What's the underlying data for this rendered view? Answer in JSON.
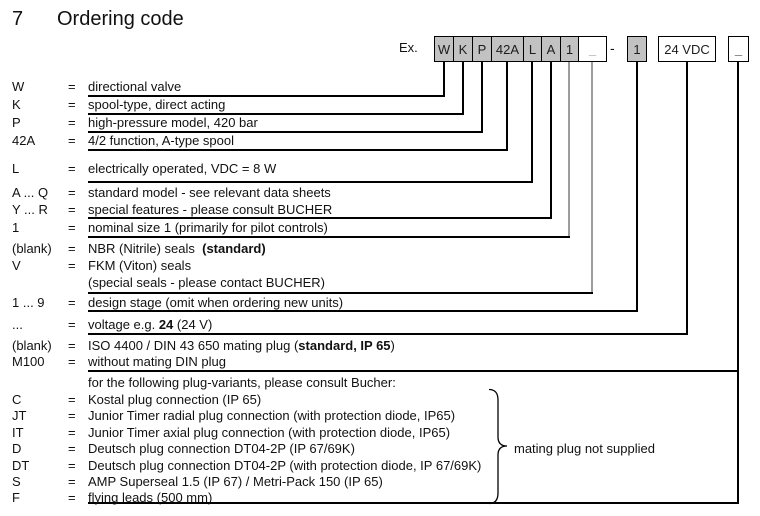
{
  "title": {
    "number": "7",
    "text": "Ordering code"
  },
  "example": {
    "label": "Ex.",
    "group_cells": [
      {
        "text": "W"
      },
      {
        "text": "K"
      },
      {
        "text": "P"
      },
      {
        "text": "42A"
      },
      {
        "text": "L"
      },
      {
        "text": "A"
      },
      {
        "text": "1"
      },
      {
        "text": "_"
      }
    ],
    "separator": "-",
    "boxes": [
      {
        "text": "1"
      },
      {
        "text": "24 VDC"
      },
      {
        "text": "_"
      }
    ]
  },
  "colors": {
    "box_gray": "#c2c2c2",
    "line_black": "#000000",
    "line_gray": "#9c9c9c",
    "muted_text": "#8f8f8f"
  },
  "rows": [
    {
      "code": "W",
      "eq": "=",
      "desc_pre": "directional valve"
    },
    {
      "code": "K",
      "eq": "=",
      "desc_pre": "spool-type, direct acting"
    },
    {
      "code": "P",
      "eq": "=",
      "desc_pre": "high-pressure model, 420 bar"
    },
    {
      "code": "42A",
      "eq": "=",
      "desc_pre": "4/2 function, A-type spool"
    },
    {
      "code": "L",
      "eq": "=",
      "desc_pre": "electrically operated, VDC = 8 W"
    },
    {
      "code": "A ... Q",
      "eq": "=",
      "desc_pre": "standard model - see relevant data sheets"
    },
    {
      "code": "Y ... R",
      "eq": "=",
      "desc_pre": "special features - please consult BUCHER"
    },
    {
      "code": "1",
      "eq": "=",
      "desc_pre": "nominal size 1 (primarily for pilot controls)"
    },
    {
      "code": "(blank)",
      "eq": "=",
      "desc_pre": "NBR (Nitrile) seals  ",
      "desc_bold": "(standard)"
    },
    {
      "code": "V",
      "eq": "=",
      "desc_pre": "FKM (Viton) seals"
    },
    {
      "code": "",
      "eq": "",
      "desc_pre": "(special seals - please contact BUCHER)"
    },
    {
      "code": "1 ... 9",
      "eq": "=",
      "desc_pre": "design stage (omit when ordering new units)"
    },
    {
      "code": "...",
      "eq": "=",
      "desc_pre": "voltage e.g. ",
      "desc_bold": "24",
      "desc_post": " (24 V)"
    },
    {
      "code": "(blank)",
      "eq": "=",
      "desc_pre": "ISO 4400 / DIN 43 650 mating plug (",
      "desc_bold": "standard, IP 65",
      "desc_post": ")"
    },
    {
      "code": "M100",
      "eq": "=",
      "desc_pre": "without mating DIN plug"
    },
    {
      "code": "",
      "eq": "",
      "desc_pre": "for the following plug-variants, please consult Bucher:"
    },
    {
      "code": "C",
      "eq": "=",
      "desc_pre": "Kostal plug connection (IP 65)"
    },
    {
      "code": "JT",
      "eq": "=",
      "desc_pre": "Junior Timer radial plug connection (with protection diode, IP65)"
    },
    {
      "code": "IT",
      "eq": "=",
      "desc_pre": "Junior Timer axial plug connection (with protection diode, IP65)"
    },
    {
      "code": "D",
      "eq": "=",
      "desc_pre": "Deutsch plug connection DT04-2P (IP 67/69K)"
    },
    {
      "code": "DT",
      "eq": "=",
      "desc_pre": "Deutsch plug connection DT04-2P (with protection diode, IP 67/69K)"
    },
    {
      "code": "S",
      "eq": "=",
      "desc_pre": "AMP Superseal 1.5 (IP 67) / Metri-Pack 150 (IP 65)"
    },
    {
      "code": "F",
      "eq": "=",
      "desc_pre": "flying leads (500 mm)"
    }
  ],
  "brace_note": "mating plug not supplied"
}
